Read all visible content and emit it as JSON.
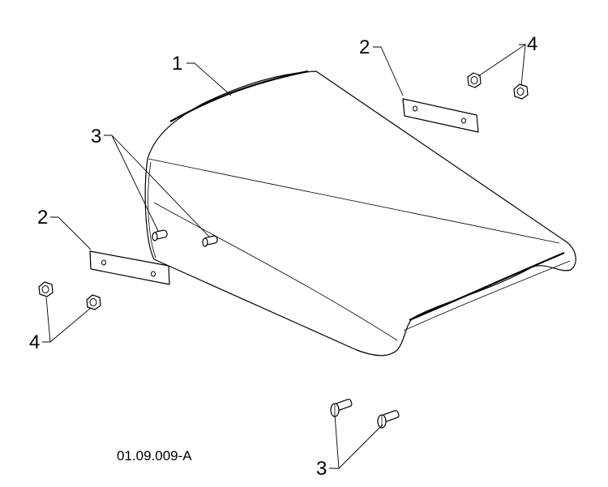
{
  "callouts": {
    "c1": "1",
    "c2_top": "2",
    "c2_left": "2",
    "c3_left": "3",
    "c3_bottom": "3",
    "c4_top": "4",
    "c4_left": "4"
  },
  "drawing_code": "01.09.009-A",
  "colors": {
    "line": "#000000",
    "background": "#ffffff"
  }
}
